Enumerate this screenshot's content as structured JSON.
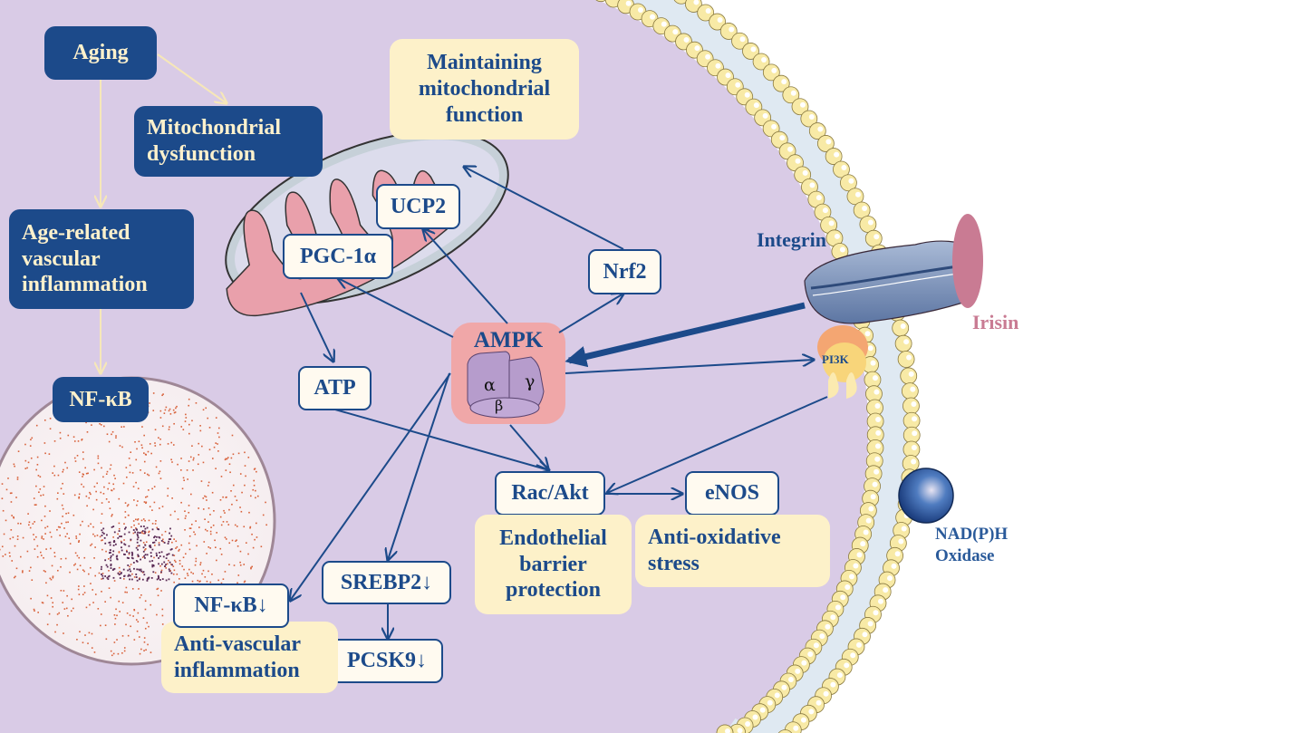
{
  "figure": {
    "title": "AMPK signaling in vascular aging (irisin–integrin pathway)",
    "colors": {
      "cytoplasm": "#d9cbe6",
      "dark_box": "#1c4a8a",
      "dark_box_text": "#fdf1cc",
      "outcome_box": "#fdf1c9",
      "molecule_box_fill": "#fffaf0",
      "arrow": "#1c4a8a",
      "aging_arrow": "#f6e7b8",
      "ampk_box": "#f0a7a8",
      "irisin": "#c97b93",
      "membrane_head": "#f8eaa6"
    }
  },
  "aging_pathway": {
    "aging": "Aging",
    "mito_dysfunction": [
      "Mitochondrial",
      "dysfunction"
    ],
    "vascular_inflammation": [
      "Age-related",
      "vascular",
      "inflammation"
    ],
    "nfkb": "NF-κB"
  },
  "molecules": {
    "ucp2": "UCP2",
    "pgc1a": "PGC-1α",
    "nrf2": "Nrf2",
    "atp": "ATP",
    "ampk": "AMPK",
    "ampk_subunits": {
      "alpha": "α",
      "beta": "β",
      "gamma": "γ"
    },
    "rac_akt": "Rac/Akt",
    "enos": "eNOS",
    "srebp2": "SREBP2↓",
    "pcsk9": "PCSK9↓",
    "nfkb_down": "NF-κB↓",
    "pi3k": "PI3K"
  },
  "outcomes": {
    "mito_function": [
      "Maintaining",
      "mitochondrial",
      "function"
    ],
    "endothelial": [
      "Endothelial",
      "barrier",
      "protection"
    ],
    "anti_oxidative": [
      "Anti-oxidative",
      "stress"
    ],
    "anti_inflammation": [
      "Anti-vascular",
      "inflammation"
    ]
  },
  "membrane_labels": {
    "integrin": "Integrin",
    "irisin": "Irisin",
    "nadph": [
      "NAD(P)H",
      "Oxidase"
    ]
  },
  "edges": [
    {
      "from": "aging",
      "to": "mito_dysfunction"
    },
    {
      "from": "aging",
      "to": "vascular_inflammation"
    },
    {
      "from": "vascular_inflammation",
      "to": "nfkb"
    },
    {
      "from": "ampk",
      "to": "pgc1a"
    },
    {
      "from": "ampk",
      "to": "ucp2"
    },
    {
      "from": "ampk",
      "to": "nrf2"
    },
    {
      "from": "nrf2",
      "to": "mito_function"
    },
    {
      "from": "pgc1a",
      "to": "atp"
    },
    {
      "from": "atp",
      "to": "rac_akt"
    },
    {
      "from": "ampk",
      "to": "rac_akt"
    },
    {
      "from": "integrin",
      "to": "ampk"
    },
    {
      "from": "ampk",
      "to": "pi3k"
    },
    {
      "from": "pi3k",
      "to": "rac_akt"
    },
    {
      "from": "rac_akt",
      "to": "enos"
    },
    {
      "from": "ampk",
      "to": "nfkb_down"
    },
    {
      "from": "ampk",
      "to": "srebp2"
    },
    {
      "from": "srebp2",
      "to": "pcsk9"
    }
  ]
}
